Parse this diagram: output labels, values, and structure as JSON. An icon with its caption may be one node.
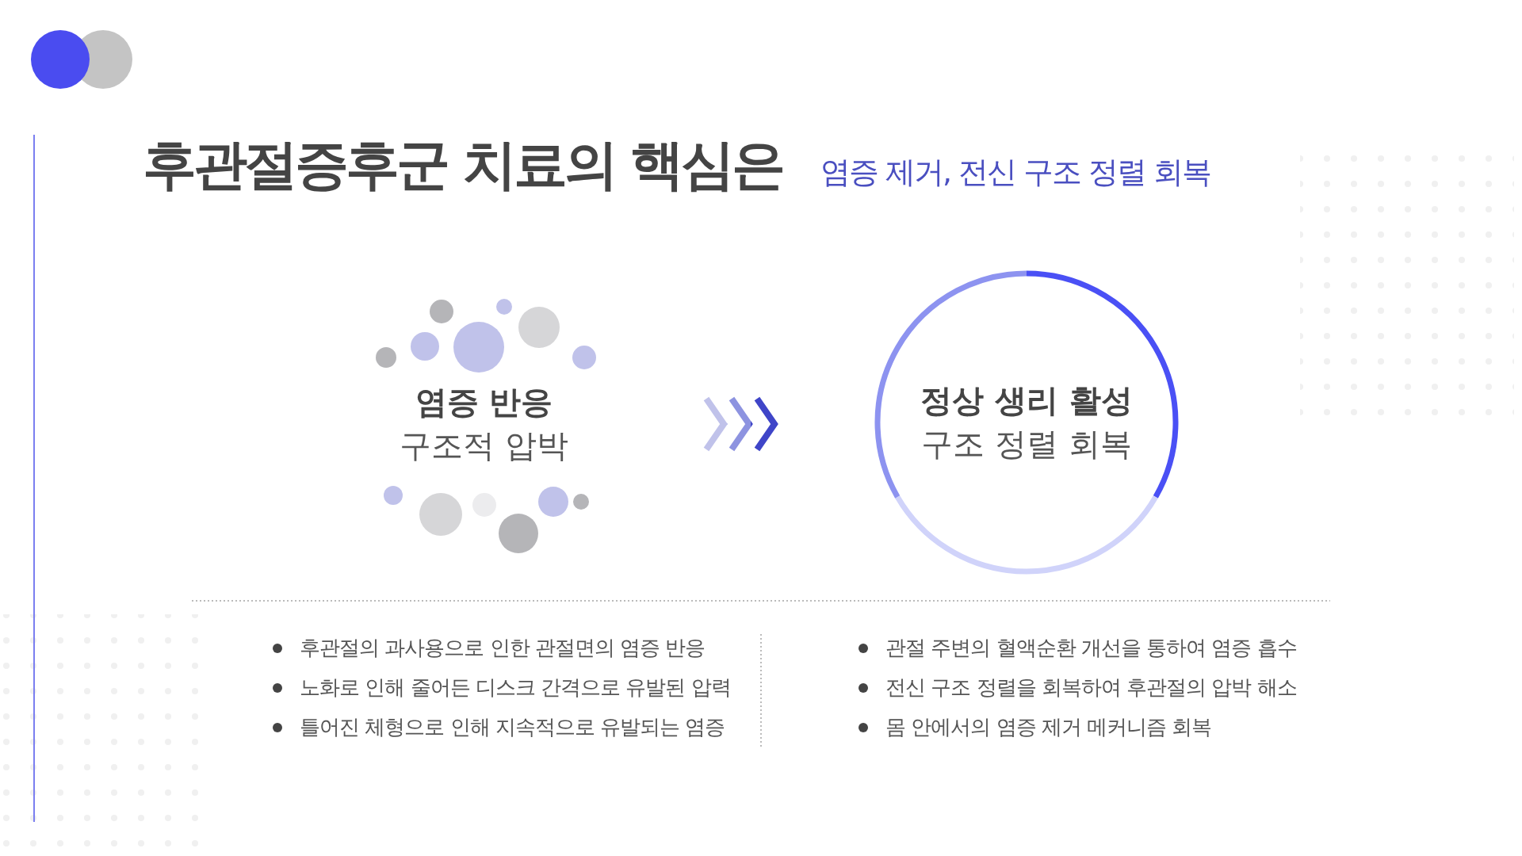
{
  "diagram": {
    "title": "후관절증후군 치료의 핵심은",
    "nodes": [
      {
        "text": [
          "염증 반응",
          "구조적 압박"
        ]
      },
      {
        "text": [
          "정상 생리 활성",
          "구조 정렬 회복"
        ]
      }
    ],
    "edges": [
      {
        "from": 0,
        "to": 1,
        "arrow": "to"
      }
    ],
    "labels": [
      "염증 제거, 전신 구조 정렬 회복",
      "후관절의 과사용으로 인한 관절면의 염증 반응",
      "노화로 인해 줄어든 디스크 간격으로 유발된 압력",
      "틀어진 체형으로 인해 지속적으로 유발되는 염증",
      "관절 주변의 혈액순환 개선을 통하여 염증 흡수",
      "전신 구조 정렬을 회복하여 후관절의 압박 해소",
      "몸 안에서의 염증 제거 메커니즘 회복"
    ]
  }
}
